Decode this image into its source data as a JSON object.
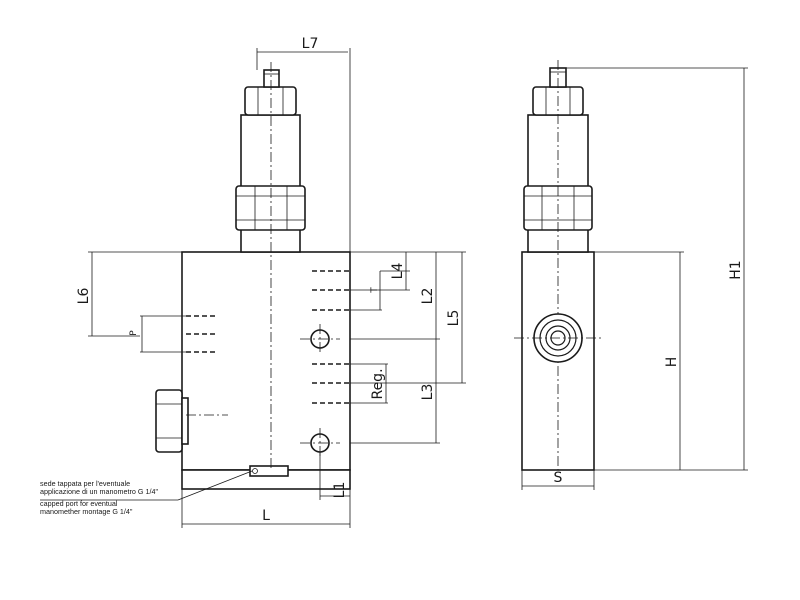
{
  "dimensions": {
    "L7": "L7",
    "L6": "L6",
    "L4": "L4",
    "T": "T",
    "L2": "L2",
    "L5": "L5",
    "P": "P",
    "Reg": "Reg.",
    "L3": "L3",
    "L1": "L1",
    "L": "L",
    "H": "H",
    "H1": "H1",
    "S": "S"
  },
  "note": {
    "line1": "sede tappata per l'eventuale",
    "line2": "applicazione di un manometro G 1/4\"",
    "line3": "capped port for eventual",
    "line4": "manomether montage G 1/4\""
  }
}
